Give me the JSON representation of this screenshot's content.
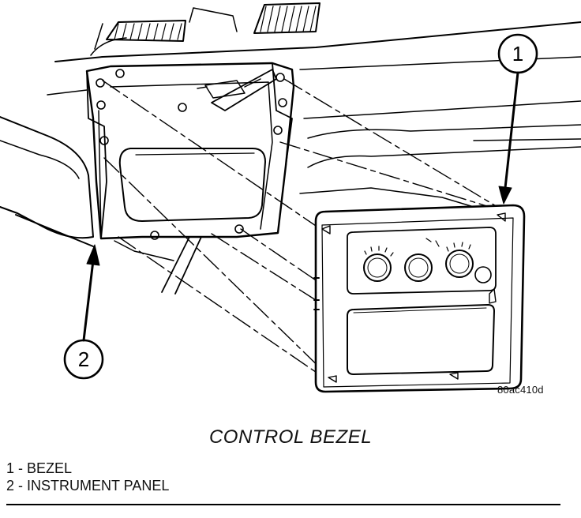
{
  "figure": {
    "code": "80ac410d",
    "caption": "CONTROL BEZEL"
  },
  "callouts": [
    {
      "number": "1"
    },
    {
      "number": "2"
    }
  ],
  "legend": [
    {
      "text": "1 - BEZEL"
    },
    {
      "text": "2 - INSTRUMENT PANEL"
    }
  ]
}
